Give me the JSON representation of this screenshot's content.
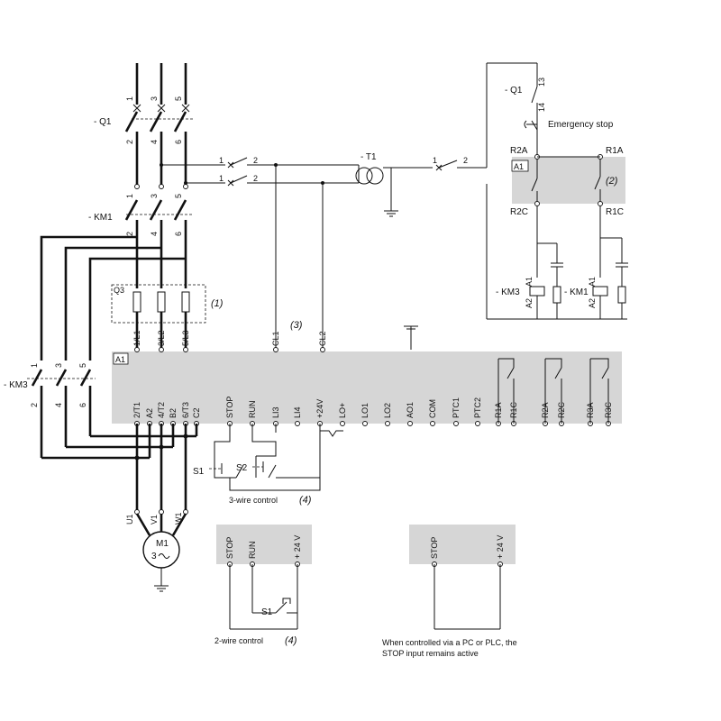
{
  "devices": {
    "q1_main": "- Q1",
    "km1": "- KM1",
    "km3": "- KM3",
    "q3": "Q3",
    "t1": "- T1",
    "a1": "A1",
    "m1": "M1",
    "m1_phase": "3",
    "q1_aux": "- Q1",
    "emergency_stop": "Emergency stop",
    "km3_coil": "- KM3",
    "km1_coil": "- KM1",
    "s1": "S1",
    "s2": "S2",
    "s1_2wire": "S1"
  },
  "terminals": {
    "q1_top": [
      "1",
      "3",
      "5"
    ],
    "q1_bottom": [
      "2",
      "4",
      "6"
    ],
    "km1_top": [
      "1",
      "3",
      "5"
    ],
    "km1_bottom": [
      "2",
      "4",
      "6"
    ],
    "km3_top": [
      "1",
      "3",
      "5"
    ],
    "km3_bottom": [
      "2",
      "4",
      "6"
    ],
    "q1_aux_top": "13",
    "q1_aux_bottom": "14",
    "breaker_in": "1",
    "breaker_out": "2",
    "motor": [
      "U1",
      "V1",
      "W1"
    ],
    "coil_top": "A1",
    "coil_bottom": "A2",
    "relay_top": [
      "R2A",
      "R1A"
    ],
    "relay_bottom": [
      "R2C",
      "R1C"
    ]
  },
  "starter_top_terminals": [
    "1/L1",
    "3/L2",
    "5/L3",
    "CL1",
    "CL2"
  ],
  "starter_bottom_terminals": [
    "2/T1",
    "A2",
    "4/T2",
    "B2",
    "6/T3",
    "C2",
    "STOP",
    "RUN",
    "LI3",
    "LI4",
    "+24V",
    "LO+",
    "LO1",
    "LO2",
    "AO1",
    "COM",
    "PTC1",
    "PTC2",
    "R1A",
    "R1C",
    "R2A",
    "R2C",
    "R3A",
    "R3C"
  ],
  "notes": {
    "n1": "(1)",
    "n2": "(2)",
    "n3": "(3)",
    "n4": "(4)"
  },
  "three_wire": {
    "caption": "3-wire control"
  },
  "two_wire": {
    "terminals": [
      "STOP",
      "RUN",
      "+ 24 V"
    ],
    "caption": "2-wire control"
  },
  "plc": {
    "terminals": [
      "STOP",
      "+ 24 V"
    ],
    "caption_line1": "When controlled via a PC or PLC, the",
    "caption_line2": "STOP input remains active"
  }
}
